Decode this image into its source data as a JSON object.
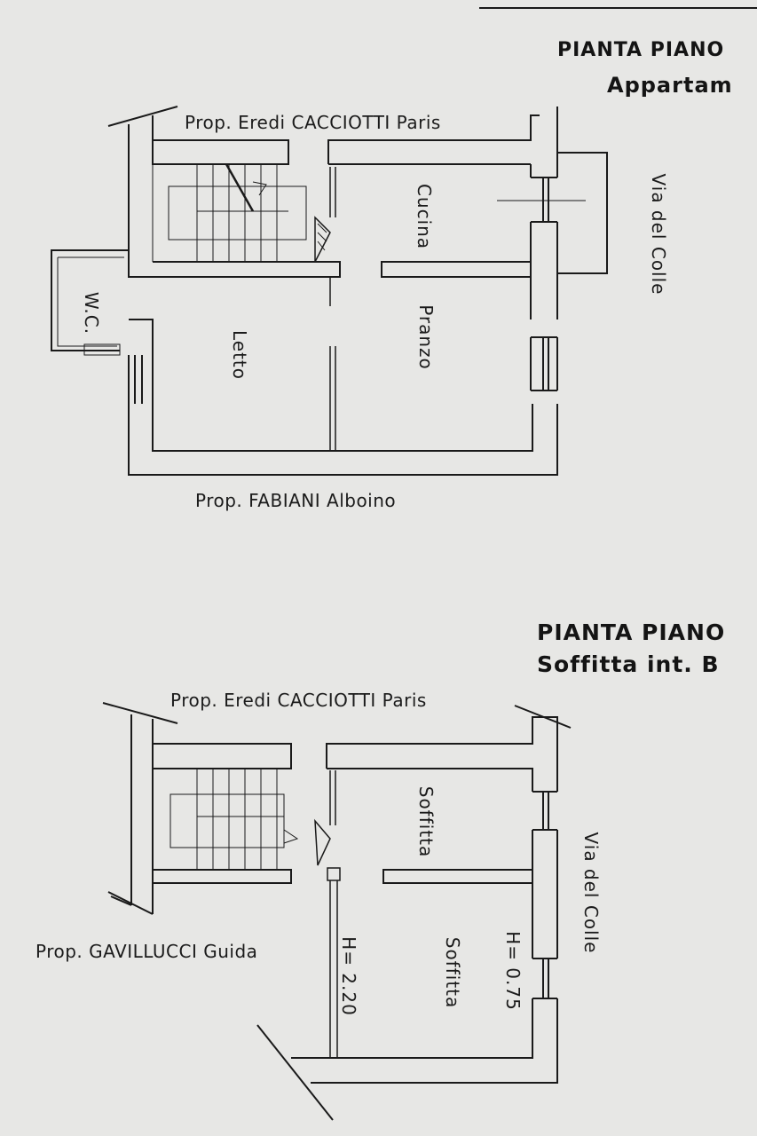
{
  "plan1": {
    "title_line1": "PIANTA PIANO",
    "title_line2": "Appartam",
    "neighbor_north": "Prop. Eredi CACCIOTTI Paris",
    "neighbor_south": "Prop. FABIANI Alboino",
    "street": "Via del Colle",
    "rooms": {
      "kitchen": "Cucina",
      "dining": "Pranzo",
      "bedroom": "Letto",
      "wc": "W.C."
    }
  },
  "plan2": {
    "title_line1": "PIANTA PIANO",
    "title_line2": "Soffitta int. B",
    "neighbor_north": "Prop. Eredi CACCIOTTI Paris",
    "neighbor_west": "Prop. GAVILLUCCI Guida",
    "street": "Via del Colle",
    "rooms": {
      "attic_upper": "Soffitta",
      "attic_lower": "Soffitta"
    },
    "heights": {
      "h_high": "H= 2.20",
      "h_low": "H= 0.75"
    }
  },
  "colors": {
    "paper": "#e7e7e5",
    "ink": "#1a1a1a"
  }
}
